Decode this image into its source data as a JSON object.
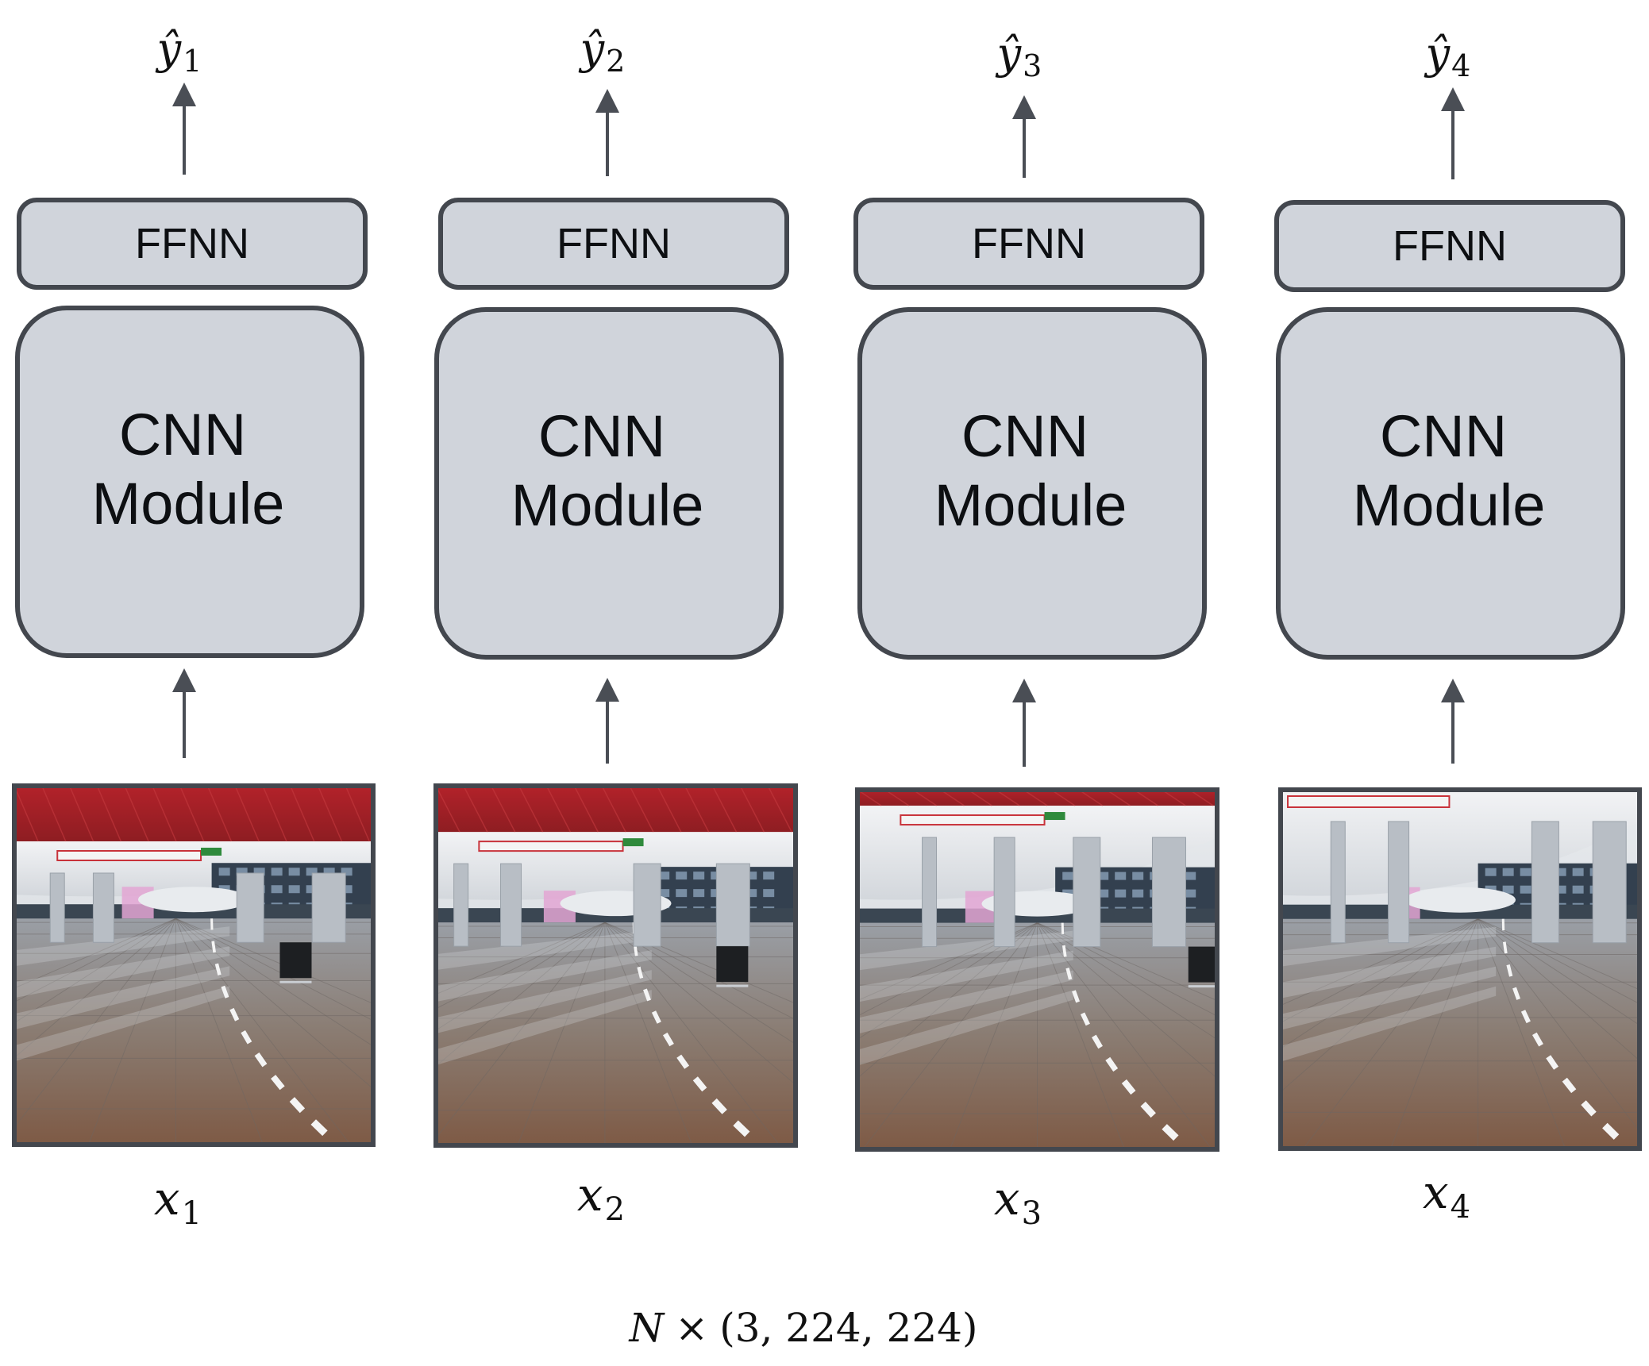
{
  "colors": {
    "box_fill": "#d0d4db",
    "box_stroke": "#43474e",
    "arrow": "#4a4e55",
    "frame": "#43474e"
  },
  "columns": [
    {
      "output_label": "ŷ",
      "output_index": "1",
      "ffnn_label": "FFNN",
      "cnn_label_line1": "CNN",
      "cnn_label_line2": "Module",
      "input_label": "x",
      "input_index": "1",
      "image": "airport-terminal-frame-icon"
    },
    {
      "output_label": "ŷ",
      "output_index": "2",
      "ffnn_label": "FFNN",
      "cnn_label_line1": "CNN",
      "cnn_label_line2": "Module",
      "input_label": "x",
      "input_index": "2",
      "image": "airport-terminal-frame-icon"
    },
    {
      "output_label": "ŷ",
      "output_index": "3",
      "ffnn_label": "FFNN",
      "cnn_label_line1": "CNN",
      "cnn_label_line2": "Module",
      "input_label": "x",
      "input_index": "3",
      "image": "airport-terminal-frame-icon"
    },
    {
      "output_label": "ŷ",
      "output_index": "4",
      "ffnn_label": "FFNN",
      "cnn_label_line1": "CNN",
      "cnn_label_line2": "Module",
      "input_label": "x",
      "input_index": "4",
      "image": "airport-terminal-frame-icon"
    }
  ],
  "shape_caption": {
    "n": "N",
    "times": "×",
    "dims": "(3, 224, 224)"
  }
}
